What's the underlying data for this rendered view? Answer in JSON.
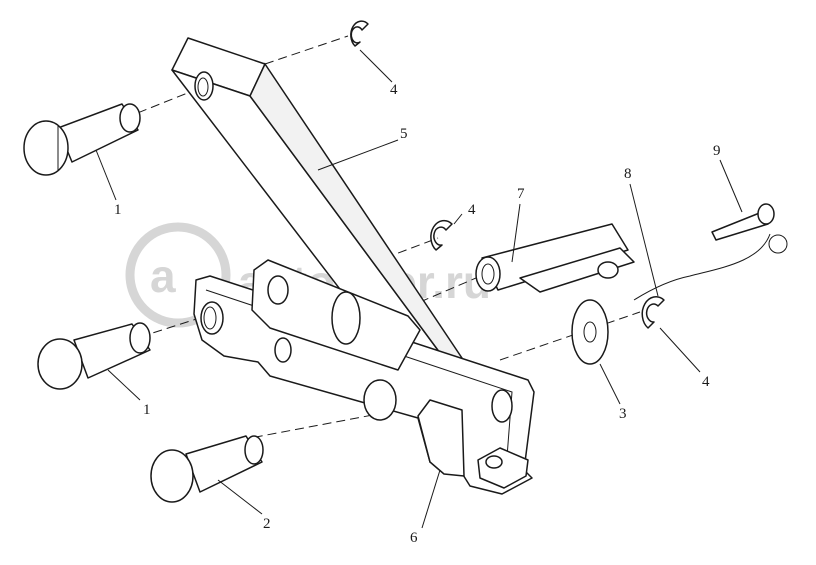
{
  "watermark": {
    "text": "autopiter.ru",
    "logo_icon": "autopiter-logo-icon"
  },
  "callouts": [
    {
      "id": "c1a",
      "label": "1"
    },
    {
      "id": "c1b",
      "label": "1"
    },
    {
      "id": "c2",
      "label": "2"
    },
    {
      "id": "c3",
      "label": "3"
    },
    {
      "id": "c4a",
      "label": "4"
    },
    {
      "id": "c4b",
      "label": "4"
    },
    {
      "id": "c4c",
      "label": "4"
    },
    {
      "id": "c5",
      "label": "5"
    },
    {
      "id": "c6",
      "label": "6"
    },
    {
      "id": "c7",
      "label": "7"
    },
    {
      "id": "c8",
      "label": "8"
    },
    {
      "id": "c9",
      "label": "9"
    }
  ],
  "colors": {
    "line": "#1a1a1a",
    "watermark": "#d6d6d6",
    "background": "#ffffff"
  }
}
